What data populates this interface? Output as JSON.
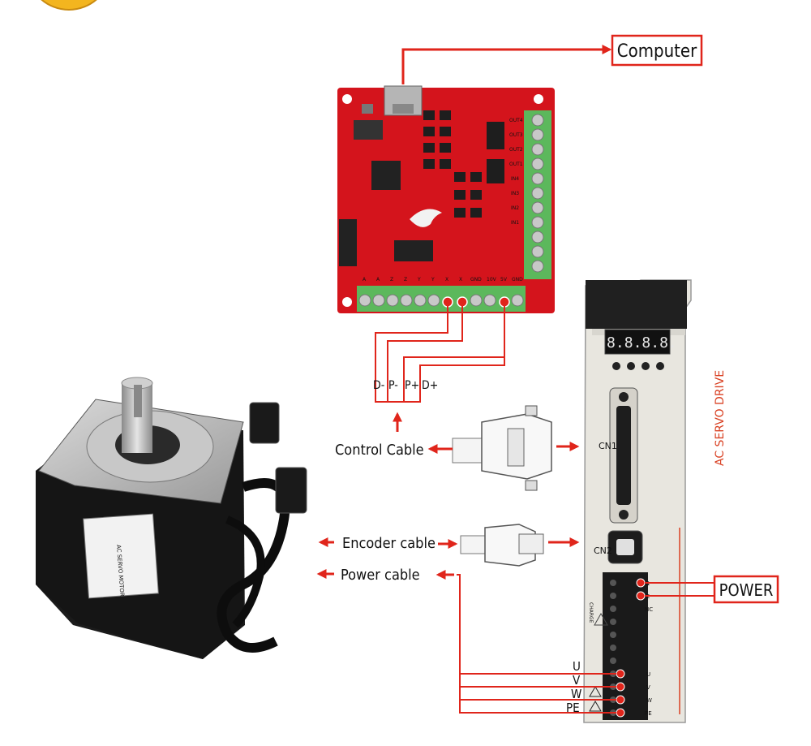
{
  "labels": {
    "computer": "Computer",
    "power": "POWER",
    "control_cable": "Control Cable",
    "encoder_cable": "Encoder cable",
    "power_cable": "Power cable"
  },
  "control_pins": [
    "D-",
    "P-",
    "P+",
    "D+"
  ],
  "motor_pins": [
    "U",
    "V",
    "W",
    "PE"
  ],
  "drive": {
    "title": "AC SERVO DRIVE",
    "cn1": "CN1",
    "cn2": "CN2",
    "charge": "CHARGE",
    "terminals": [
      "1",
      "2",
      "NC",
      "",
      "",
      "",
      "",
      "U",
      "V",
      "W",
      "PE"
    ]
  },
  "board": {
    "outputs": [
      "OUT4",
      "OUT3",
      "OUT2",
      "OUT1"
    ],
    "inputs": [
      "IN4",
      "IN3",
      "IN2",
      "IN1"
    ],
    "bottom_pins": [
      "A",
      "A",
      "Z",
      "Z",
      "Y",
      "Y",
      "X",
      "X",
      "GND",
      "10V",
      "5V",
      "GND"
    ]
  },
  "motor": {
    "plate_title": "AC SERVO MOTOR"
  },
  "colors": {
    "arrow": "#e0251b",
    "box_border": "#e0251b",
    "board_red": "#d4141c",
    "terminal_green": "#5cb85c",
    "drive_body": "#e8e6df",
    "motor_black": "#1b1b1b"
  }
}
